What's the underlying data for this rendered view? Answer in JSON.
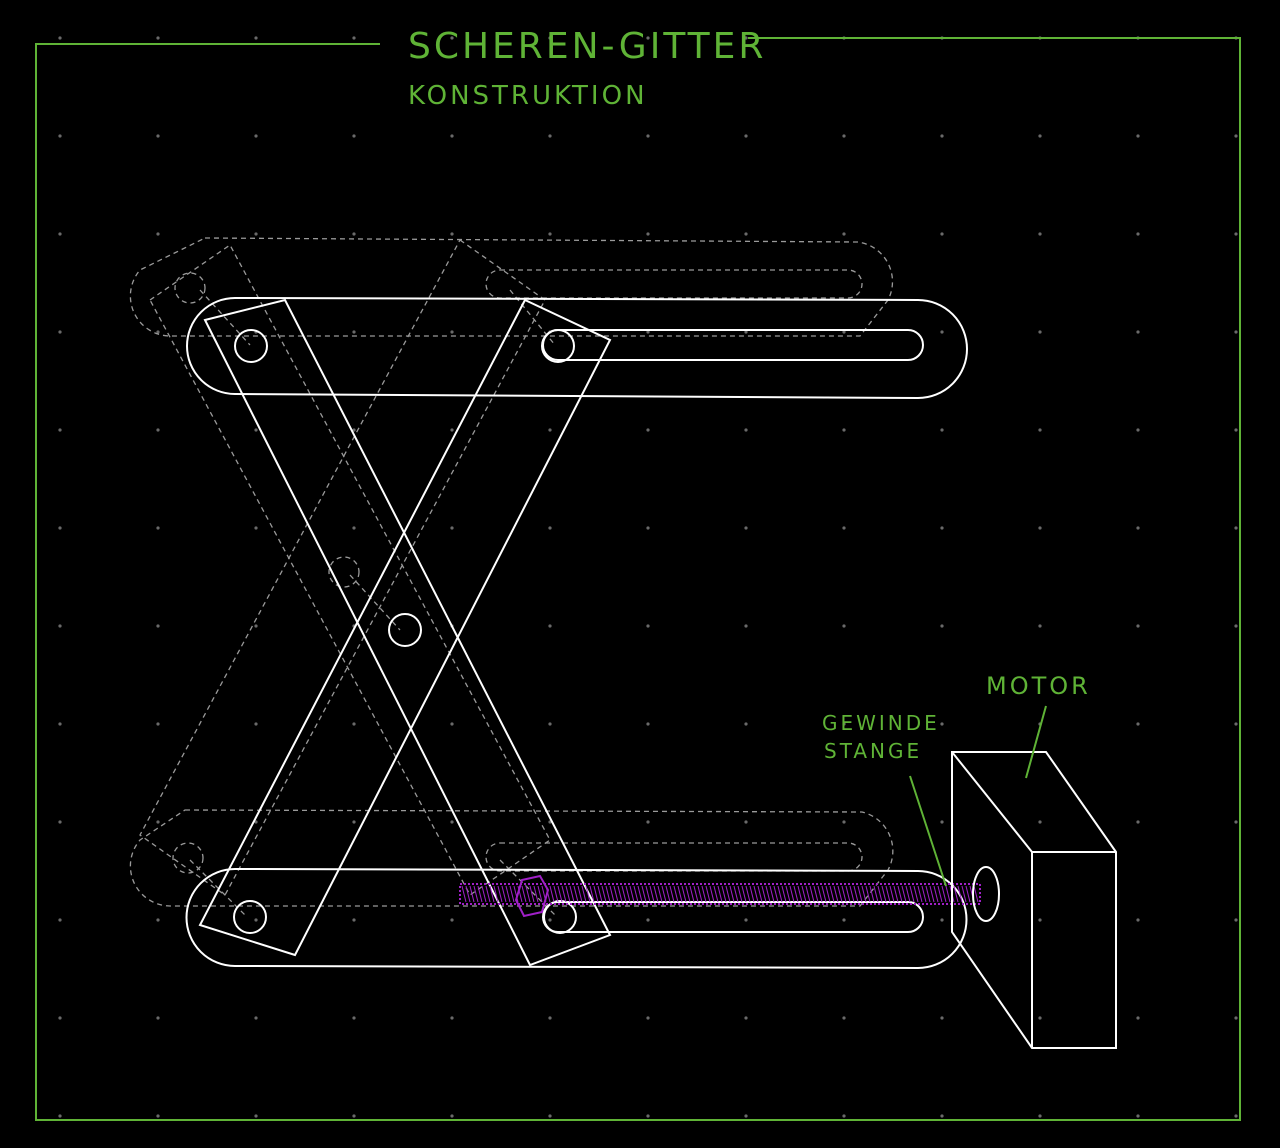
{
  "title": {
    "line1": "SCHEREN-GITTER",
    "line2": "KONSTRUKTION"
  },
  "labels": {
    "threaded_rod_line1": "GEWINDE",
    "threaded_rod_line2": "STANGE",
    "motor": "MOTOR"
  },
  "colors": {
    "background": "#000000",
    "frame": "#5fb336",
    "text": "#5fb336",
    "linkage": "#ffffff",
    "ghost": "#9a9a9a",
    "rod": "#a020c8",
    "grid_dot": "#6a6a6a"
  }
}
